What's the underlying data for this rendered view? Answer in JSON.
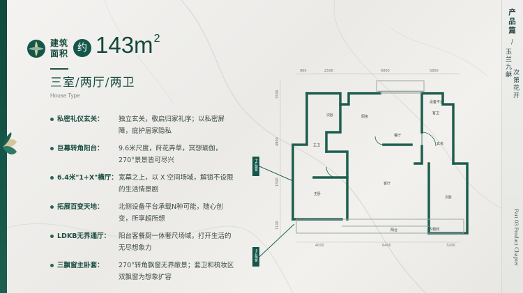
{
  "header": {
    "area_label_line1": "建筑",
    "area_label_line2": "面积",
    "approx": "约",
    "area_value": "143m",
    "area_unit_sup": "2",
    "house_type_cn": "三室/两厅/两卫",
    "house_type_en": "House Type"
  },
  "features": [
    {
      "title": "私密礼仪玄关：",
      "lines": [
        "独立玄关，敬启归家礼序；以私密屏",
        "障，庇护居家隐私"
      ]
    },
    {
      "title": "巨幕转角阳台：",
      "lines": [
        "9.6米尺度，莳花弄草，冥想瑜伽，",
        "270°景景皆可尽兴"
      ]
    },
    {
      "title": "6.4米\"1+X\"横厅：",
      "lines": [
        "宽幕之上，以 X 空间场域，解锁不设限",
        "的生活情景剧"
      ]
    },
    {
      "title": "拓展百变天地：",
      "lines": [
        "北侧设备平台承载N种可能，随心创",
        "变，所享超所想"
      ]
    },
    {
      "title": "LDKB无界通厅：",
      "lines": [
        "阳台客餐厨一体奢尺场域，打开生活的",
        "无尽想象力"
      ]
    },
    {
      "title": "三飘窗主卧套：",
      "lines": [
        "270°转角飘窗无界敞景；套卫和梳妆区",
        "双飘窗为想象扩容"
      ]
    }
  ],
  "side": {
    "chapter_cn": "产品篇",
    "slash1": "/",
    "project_cn": "玉兰九龢",
    "subtitle_cn": "次第花开",
    "chapter_en": "Part 03 Product Chapter"
  },
  "plan": {
    "dims_top": [
      "900",
      "2500",
      "6000",
      "5800"
    ],
    "dims_bottom": [
      "4000",
      "6400",
      "3200"
    ],
    "dims_left": [
      "1500",
      "4900",
      "1500",
      "1100"
    ],
    "rooms": {
      "bedroom_nw": "次卧",
      "kitchen": "厨房",
      "dining": "餐厅",
      "bath_ne": "客卫",
      "platform": "设备平台",
      "entry": "玄关",
      "master_bath": "主卫",
      "master": "主卧",
      "living": "客厅",
      "bedroom_e": "次卧",
      "balcony": "阳台",
      "dressing": "衣帽间"
    },
    "window_tag": "卡片飘窗"
  },
  "colors": {
    "accent": "#14574a",
    "wall": "#1c5e4f"
  }
}
